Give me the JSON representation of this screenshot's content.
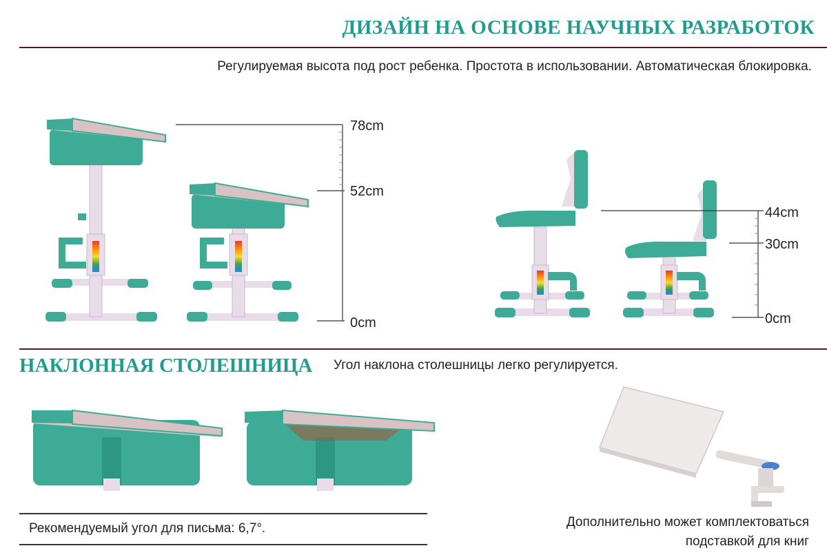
{
  "header": {
    "title": "ДИЗАЙН НА ОСНОВЕ НАУЧНЫХ РАЗРАБОТОК",
    "subtitle": "Регулируемая высота под рост ребенка. Простота в использовании. Автоматическая блокировка."
  },
  "desk_heights": {
    "labels": [
      "78cm",
      "52cm",
      "0cm"
    ],
    "values_cm": [
      78,
      52,
      0
    ]
  },
  "chair_heights": {
    "labels": [
      "44cm",
      "30cm",
      "0cm"
    ],
    "values_cm": [
      44,
      30,
      0
    ]
  },
  "tilt_section": {
    "title": "НАКЛОННАЯ СТОЛЕШНИЦА",
    "note": "Угол наклона столешницы легко регулируется.",
    "angle_note": "Рекомендуемый угол  для письма: 6,7°.",
    "stand_note_line1": "Дополнительно может комплектоваться",
    "stand_note_line2": "подставкой для книг"
  },
  "colors": {
    "accent": "#1f9c8e",
    "furniture": "#3dab95",
    "desktop": "#d9c2c4",
    "frame": "#e7dce8",
    "rule": "#4a1f1f"
  }
}
